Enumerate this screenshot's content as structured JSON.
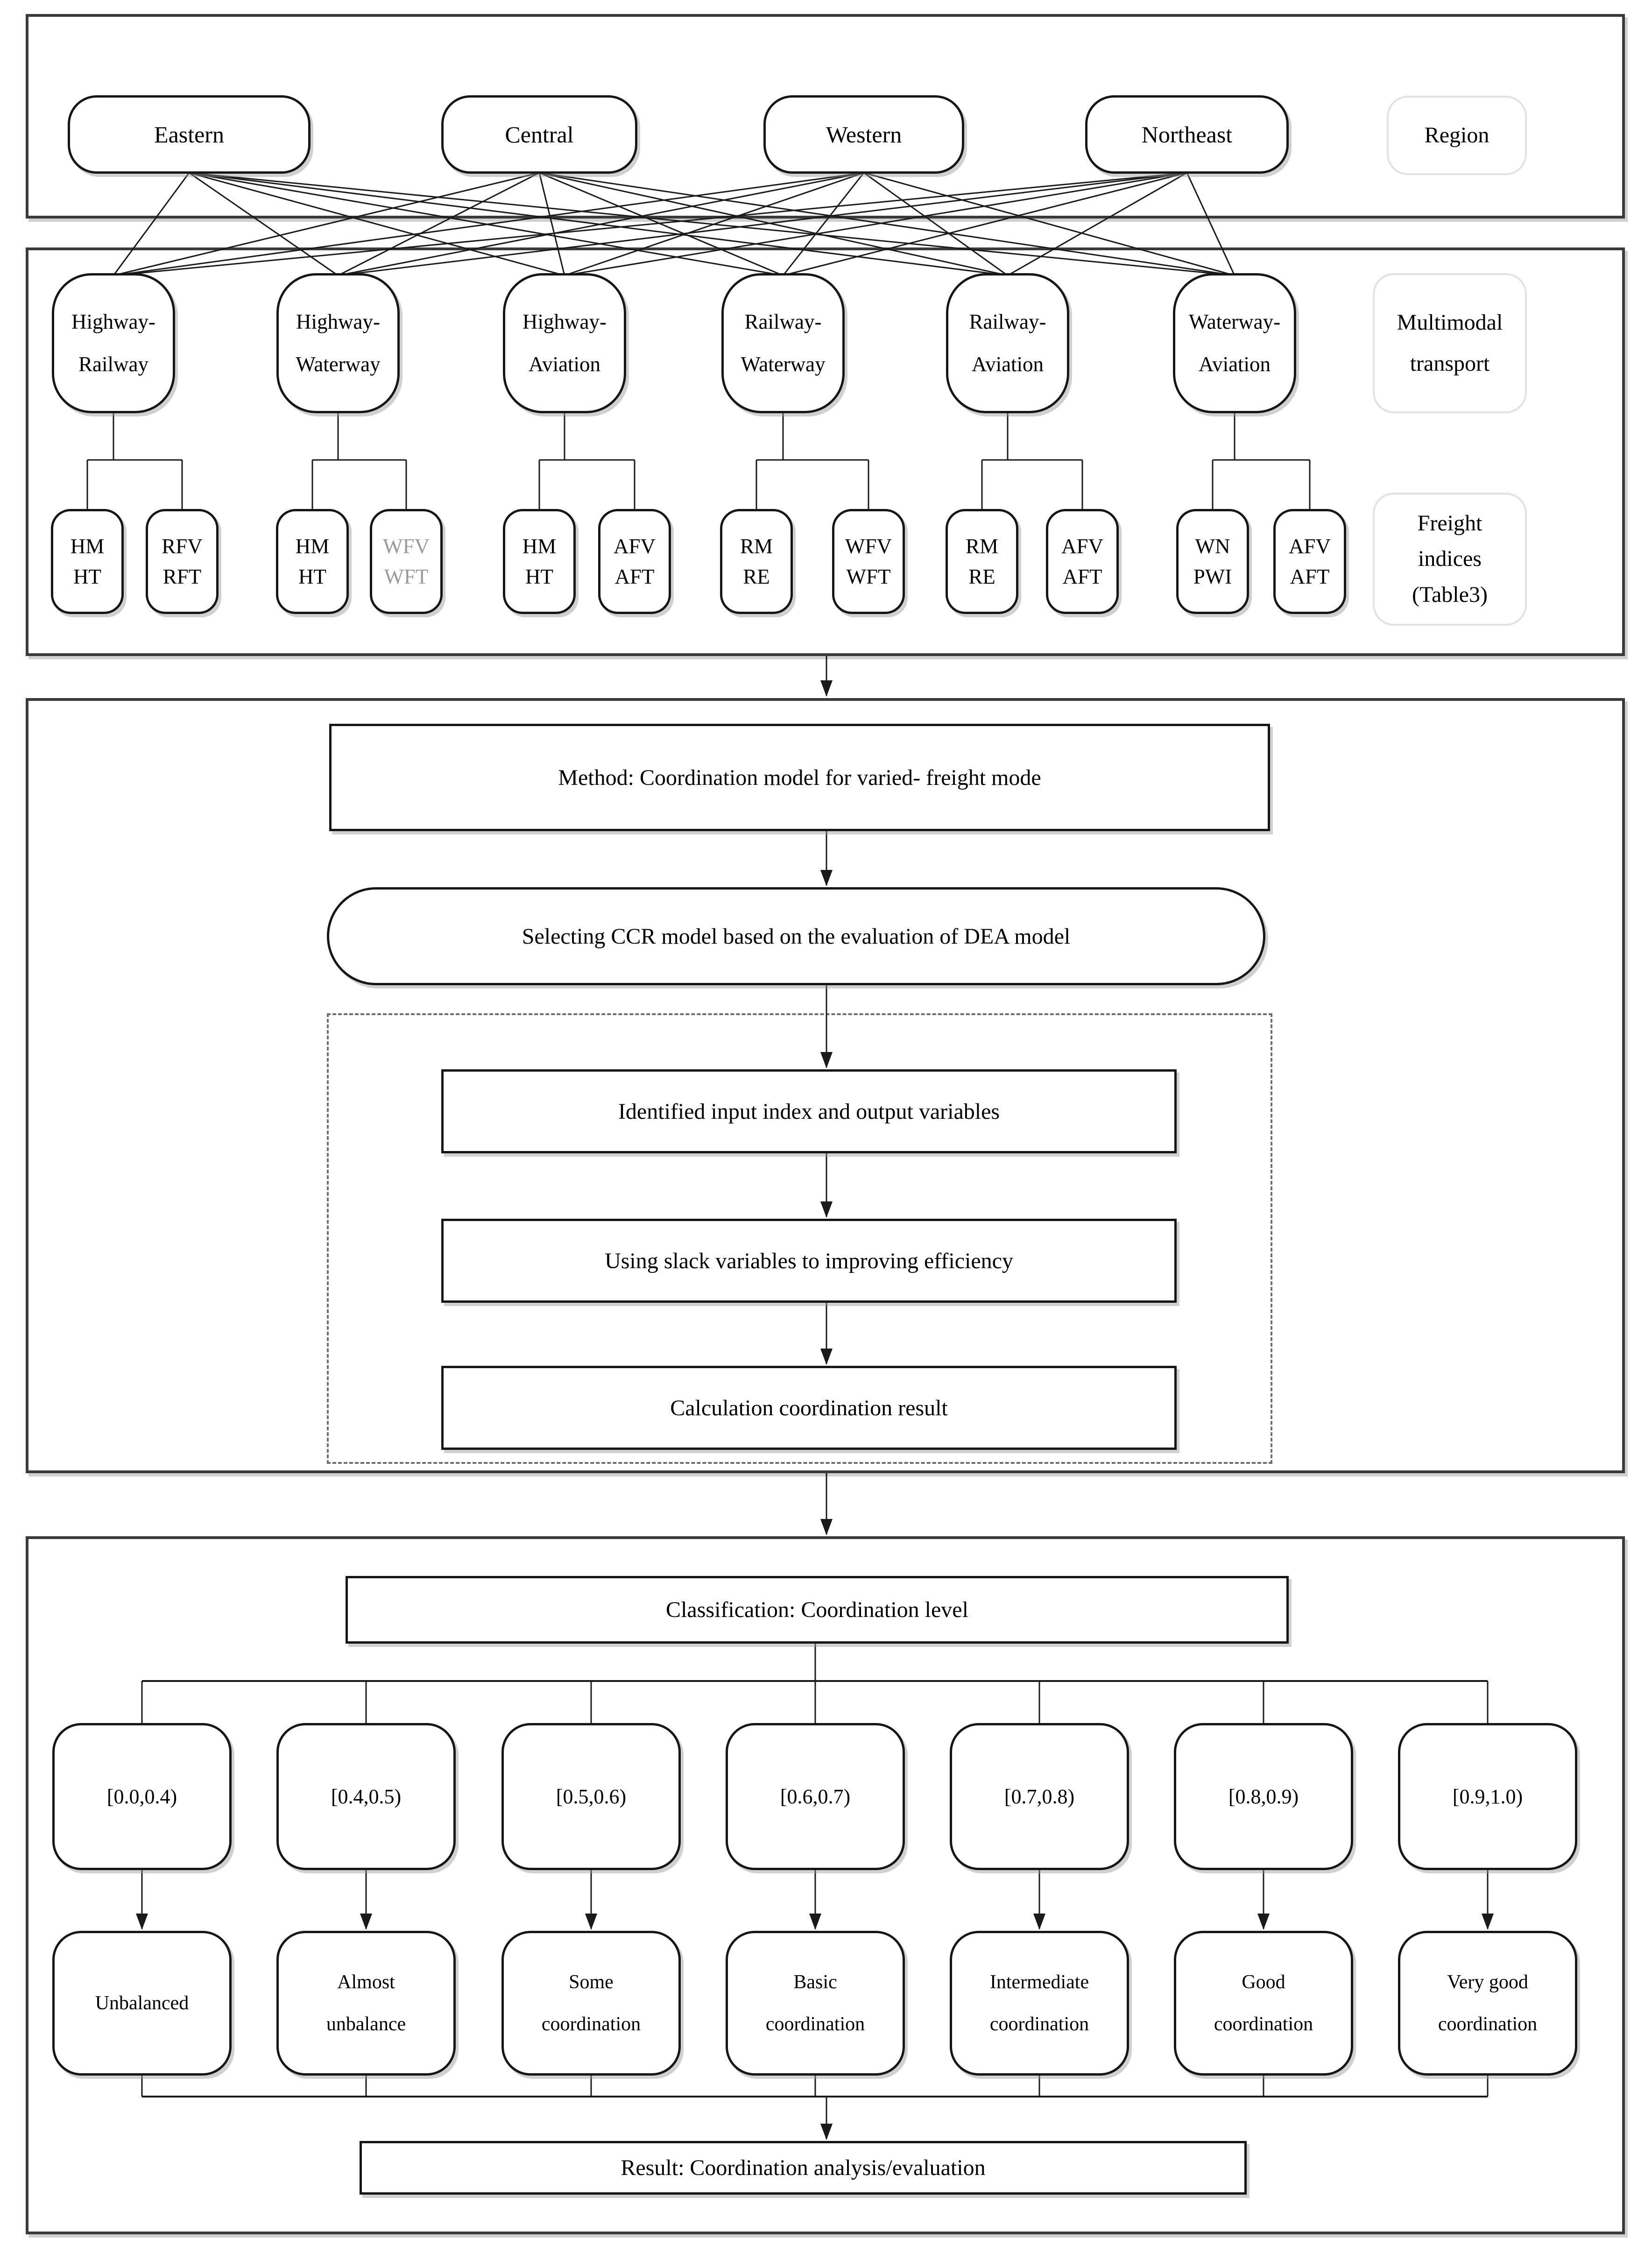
{
  "regions": {
    "label": "Region",
    "items": [
      "Eastern",
      "Central",
      "Western",
      "Northeast"
    ]
  },
  "multimodal": {
    "label_lines": [
      "Multimodal",
      "transport"
    ],
    "items": [
      {
        "lines": [
          "Highway-",
          "Railway"
        ]
      },
      {
        "lines": [
          "Highway-",
          "Waterway"
        ]
      },
      {
        "lines": [
          "Highway-",
          "Aviation"
        ]
      },
      {
        "lines": [
          "Railway-",
          "Waterway"
        ]
      },
      {
        "lines": [
          "Railway-",
          "Aviation"
        ]
      },
      {
        "lines": [
          "Waterway-",
          "Aviation"
        ]
      }
    ]
  },
  "freight": {
    "label_lines": [
      "Freight",
      "indices",
      "(Table3)"
    ],
    "items": [
      {
        "lines": [
          "HM",
          "HT"
        ]
      },
      {
        "lines": [
          "RFV",
          "RFT"
        ]
      },
      {
        "lines": [
          "HM",
          "HT"
        ]
      },
      {
        "lines": [
          "WFV",
          "WFT"
        ],
        "muted": true
      },
      {
        "lines": [
          "HM",
          "HT"
        ]
      },
      {
        "lines": [
          "AFV",
          "AFT"
        ]
      },
      {
        "lines": [
          "RM",
          "RE"
        ]
      },
      {
        "lines": [
          "WFV",
          "WFT"
        ]
      },
      {
        "lines": [
          "RM",
          "RE"
        ]
      },
      {
        "lines": [
          "AFV",
          "AFT"
        ]
      },
      {
        "lines": [
          "WN",
          "PWI"
        ]
      },
      {
        "lines": [
          "AFV",
          "AFT"
        ]
      }
    ]
  },
  "method": {
    "title": "Method: Coordination model for varied- freight mode",
    "ccr": "Selecting CCR model based on the evaluation of DEA model",
    "steps": [
      "Identified  input index and output variables",
      "Using slack variables to improving efficiency",
      "Calculation  coordination result"
    ]
  },
  "classification": {
    "title": "Classification: Coordination level",
    "ranges": [
      "[0.0,0.4)",
      "[0.4,0.5)",
      "[0.5,0.6)",
      "[0.6,0.7)",
      "[0.7,0.8)",
      "[0.8,0.9)",
      "[0.9,1.0)"
    ],
    "levels": [
      {
        "lines": [
          "Unbalanced"
        ]
      },
      {
        "lines": [
          "Almost",
          "unbalance"
        ]
      },
      {
        "lines": [
          "Some",
          "coordination"
        ]
      },
      {
        "lines": [
          "Basic",
          "coordination"
        ]
      },
      {
        "lines": [
          "Intermediate",
          "coordination"
        ]
      },
      {
        "lines": [
          "Good",
          "coordination"
        ]
      },
      {
        "lines": [
          "Very good",
          "coordination"
        ]
      }
    ]
  },
  "result": {
    "title": "Result: Coordination analysis/evaluation"
  },
  "colors": {
    "line": "#1a1a1a",
    "box_border": "#161616",
    "container_border": "#3a3a3a",
    "muted_text": "#9a9a9a"
  }
}
